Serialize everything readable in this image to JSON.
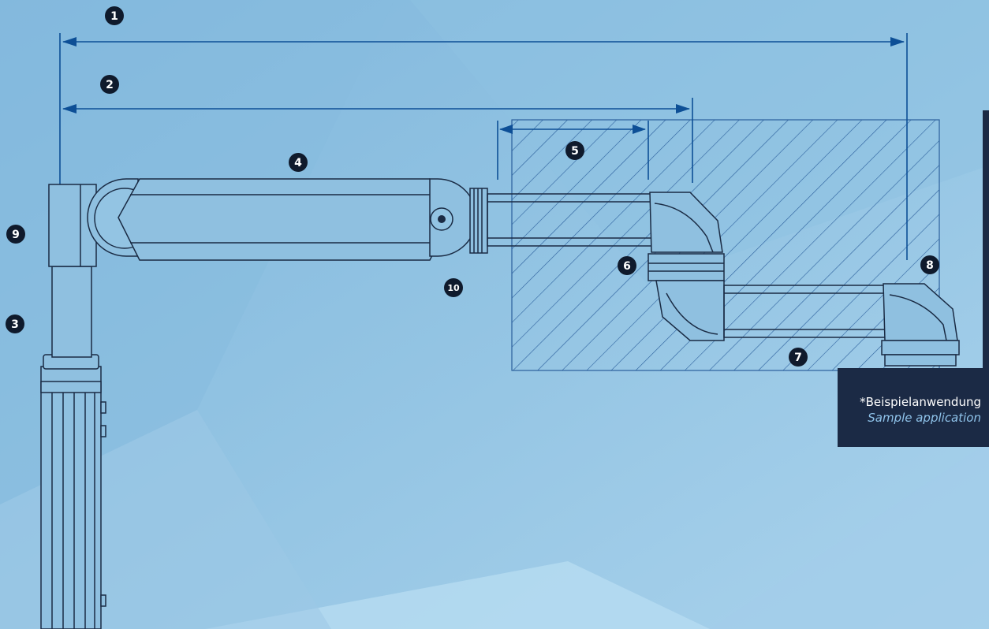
{
  "badges": [
    "1",
    "2",
    "3",
    "4",
    "5",
    "6",
    "7",
    "8",
    "9",
    "10"
  ],
  "sample_box": {
    "line_de": "*Beispielanwendung",
    "line_en": "Sample application"
  },
  "colors": {
    "background": "#8dbfe0",
    "dimension_line": "#0d4f96",
    "drawing_line": "#1a2b44",
    "badge_fill": "#0f1a2c",
    "sample_box": "#1b2a45",
    "sample_en_text": "#8fc3ea"
  }
}
